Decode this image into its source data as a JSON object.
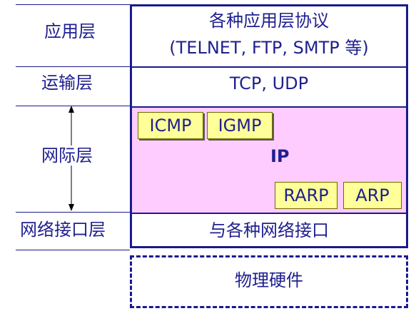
{
  "layers": {
    "application": "应用层",
    "transport": "运输层",
    "internet": "网际层",
    "network_interface": "网络接口层"
  },
  "stack": {
    "application_line1": "各种应用层协议",
    "application_line2": "(TELNET, FTP, SMTP 等)",
    "transport": "TCP, UDP",
    "ip": "IP",
    "icmp": "ICMP",
    "igmp": "IGMP",
    "rarp": "RARP",
    "arp": "ARP",
    "network_interface": "与各种网络接口"
  },
  "hardware": "物理硬件",
  "colors": {
    "line": "#1a1a8c",
    "text": "#1f1f8f",
    "ip_band": "#ffccff",
    "protocol_box": "#ffff99"
  }
}
